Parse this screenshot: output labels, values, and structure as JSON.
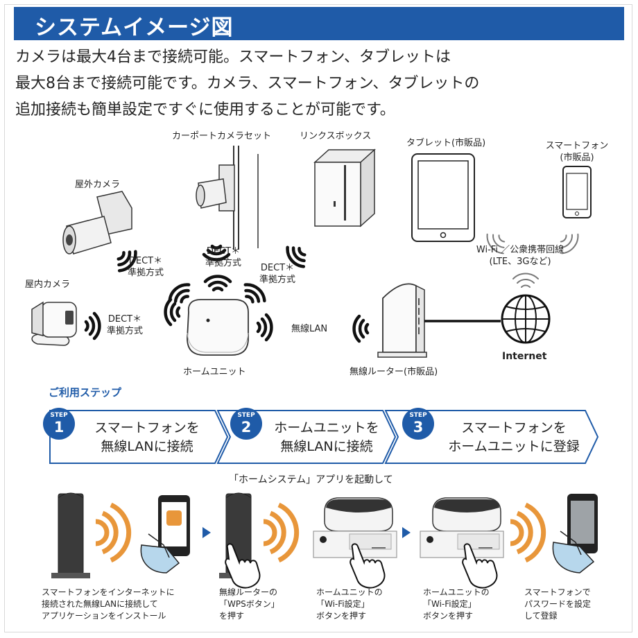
{
  "header": {
    "title": "システムイメージ図"
  },
  "intro": {
    "line1": "カメラは最大4台まで接続可能。スマートフォン、タブレットは",
    "line2": "最大8台まで接続可能です。カメラ、スマートフォン、タブレットの",
    "line3": "追加接続も簡単設定ですぐに使用することが可能です。"
  },
  "diagram": {
    "carport_camera_set": "カーポートカメラセット",
    "link_box": "リンクスボックス",
    "tablet": "タブレット(市販品)",
    "smartphone_1": "スマートフォン",
    "smartphone_2": "(市販品)",
    "outdoor_camera": "屋外カメラ",
    "indoor_camera": "屋内カメラ",
    "dect_a_1": "DECT＊",
    "dect_a_2": "準拠方式",
    "dect_b_1": "DECT＊",
    "dect_b_2": "準拠方式",
    "dect_c_1": "DECT＊",
    "dect_c_2": "準拠方式",
    "dect_d_1": "DECT＊",
    "dect_d_2": "準拠方式",
    "wifi_1": "Wi-Fi ／公衆携帯回線",
    "wifi_2": "(LTE、3Gなど)",
    "wireless_lan": "無線LAN",
    "home_unit": "ホームユニット",
    "router": "無線ルーター(市販品)",
    "internet": "Internet"
  },
  "steps": {
    "title": "ご利用ステップ",
    "badge_word": "STEP",
    "items": [
      {
        "num": "1",
        "line1": "スマートフォンを",
        "line2": "無線LANに接続"
      },
      {
        "num": "2",
        "line1": "ホームユニットを",
        "line2": "無線LANに接続"
      },
      {
        "num": "3",
        "line1": "スマートフォンを",
        "line2": "ホームユニットに登録"
      }
    ]
  },
  "app_note": "「ホームシステム」アプリを起動して",
  "captions": {
    "c1": [
      "スマートフォンをインターネットに",
      "接続された無線LANに接続して",
      "アプリケーションをインストール"
    ],
    "c2": [
      "無線ルーターの",
      "「WPSボタン」",
      "を押す"
    ],
    "c3": [
      "ホームユニットの",
      "「Wi-Fi設定」",
      "ボタンを押す"
    ],
    "c4": [
      "ホームユニットの",
      "「Wi-Fi設定」",
      "ボタンを押す"
    ],
    "c5": [
      "スマートフォンで",
      "パスワードを設定",
      "して登録"
    ]
  },
  "colors": {
    "accent": "#1f5ba8",
    "wave": "#e8963a"
  }
}
